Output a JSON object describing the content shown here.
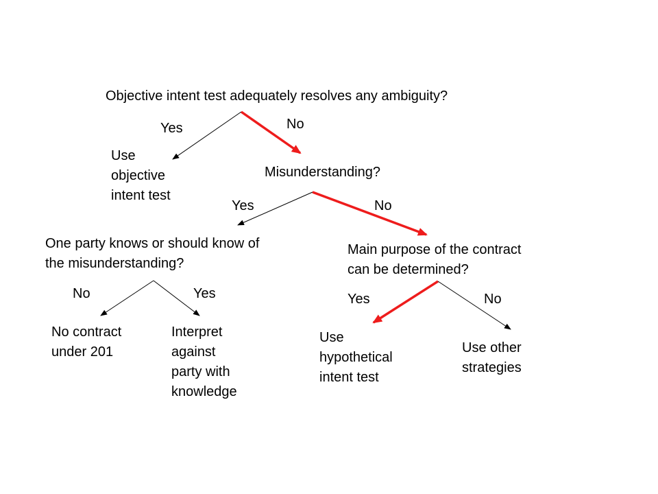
{
  "colors": {
    "highlight_path": "#ee1c1c",
    "normal_path": "#000000",
    "background": "#ffffff",
    "text": "#000000"
  },
  "nodes": {
    "q1": "Objective intent test adequately resolves any ambiguity?",
    "use_objective": [
      "Use",
      "objective",
      "intent test"
    ],
    "q2": "Misunderstanding?",
    "q3": [
      "One party knows or should know of",
      "the misunderstanding?"
    ],
    "q4": [
      "Main purpose of the contract",
      "can be determined?"
    ],
    "no_contract": [
      "No contract",
      "under 201"
    ],
    "interpret": [
      "Interpret",
      "against",
      "party with",
      "knowledge"
    ],
    "use_hypothetical": [
      "Use",
      "hypothetical",
      "intent test"
    ],
    "use_other": [
      "Use other",
      "strategies"
    ]
  },
  "edge_labels": {
    "q1_yes": "Yes",
    "q1_no": "No",
    "q2_yes": "Yes",
    "q2_no": "No",
    "q3_no": "No",
    "q3_yes": "Yes",
    "q4_yes": "Yes",
    "q4_no": "No"
  },
  "edges": [
    {
      "id": "q1-yes",
      "label": "Yes",
      "highlighted": false
    },
    {
      "id": "q1-no",
      "label": "No",
      "highlighted": true
    },
    {
      "id": "q2-yes",
      "label": "Yes",
      "highlighted": false
    },
    {
      "id": "q2-no",
      "label": "No",
      "highlighted": true
    },
    {
      "id": "q3-no",
      "label": "No",
      "highlighted": false
    },
    {
      "id": "q3-yes",
      "label": "Yes",
      "highlighted": false
    },
    {
      "id": "q4-yes",
      "label": "Yes",
      "highlighted": true
    },
    {
      "id": "q4-no",
      "label": "No",
      "highlighted": false
    }
  ]
}
